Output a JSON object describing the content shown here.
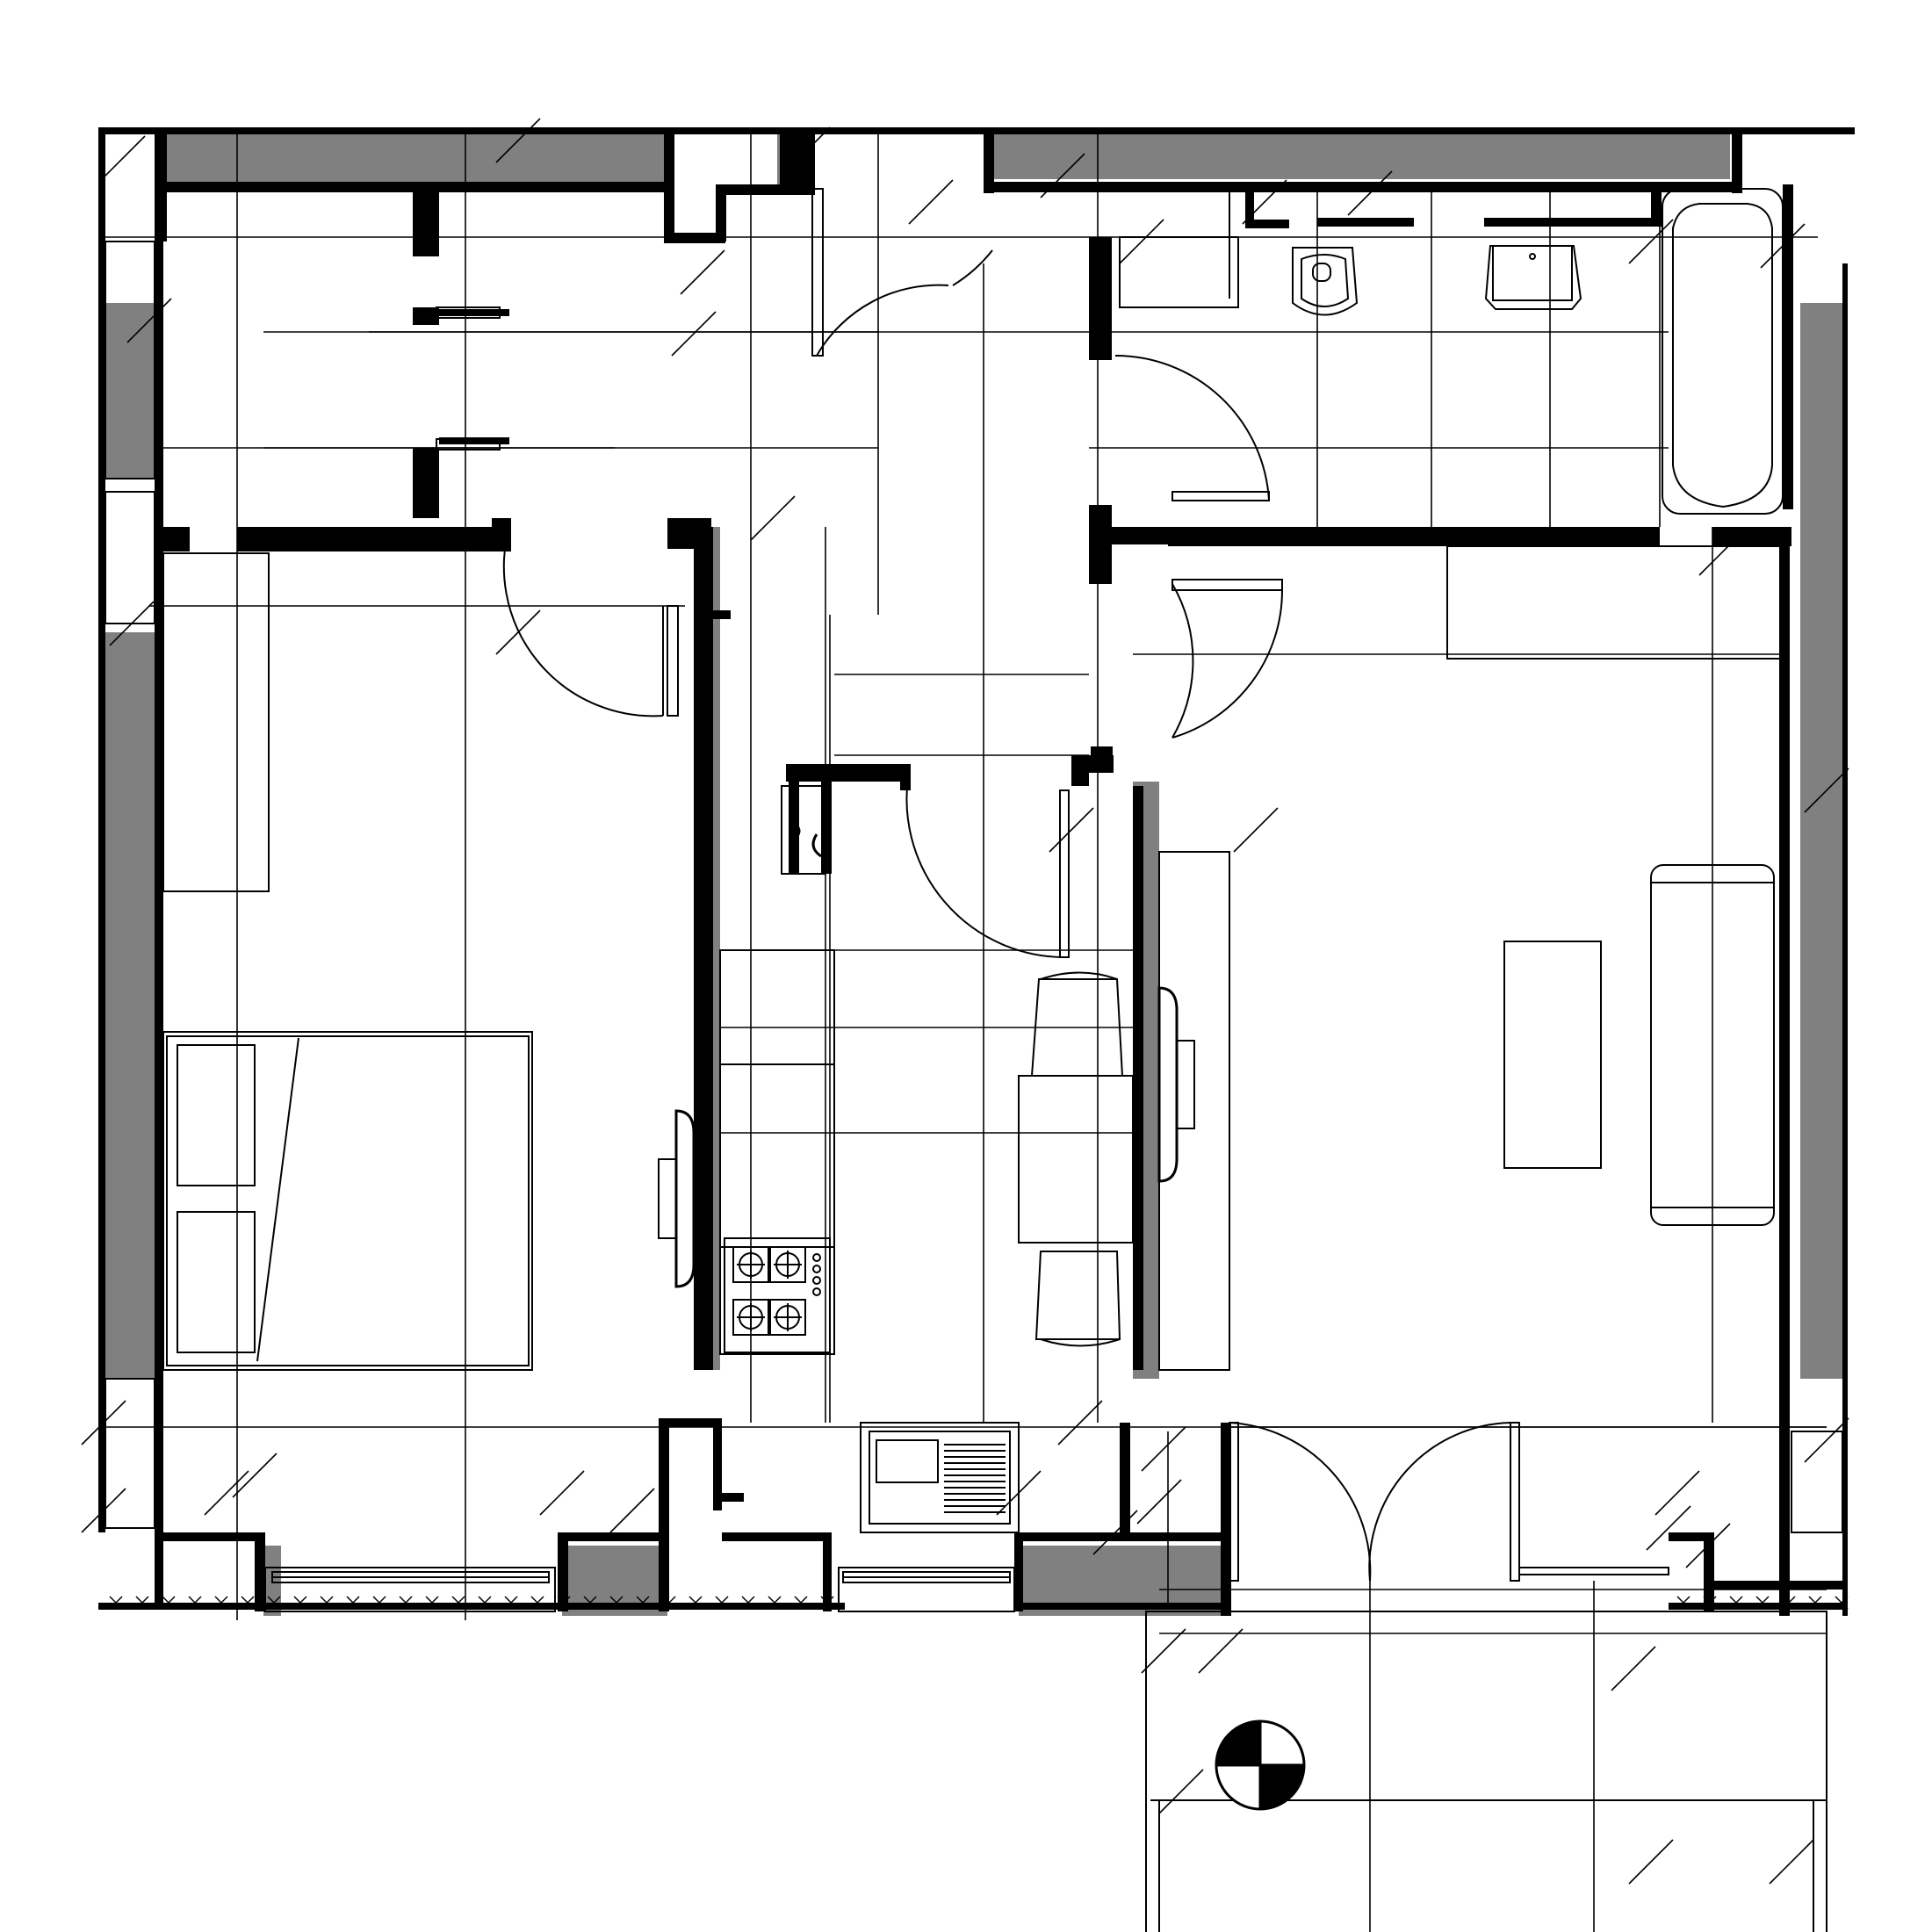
{
  "drawing": {
    "type": "floor-plan",
    "line_color": "#000000",
    "wall_fill_color": "#808080",
    "background_color": "#ffffff"
  },
  "rooms": [
    {
      "id": "hallway",
      "kind": "corridor"
    },
    {
      "id": "bedroom",
      "kind": "bedroom"
    },
    {
      "id": "kitchen",
      "kind": "kitchen"
    },
    {
      "id": "bathroom",
      "kind": "bathroom"
    },
    {
      "id": "living-room",
      "kind": "living-room"
    },
    {
      "id": "balcony",
      "kind": "balcony"
    }
  ],
  "symbols": {
    "north_marker": "half-filled-circle-icon",
    "stove": "four-burner-stove-icon",
    "sink": "kitchen-sink-icon",
    "bathtub": "bathtub-icon",
    "toilet": "toilet-icon",
    "washbasin": "washbasin-icon"
  }
}
